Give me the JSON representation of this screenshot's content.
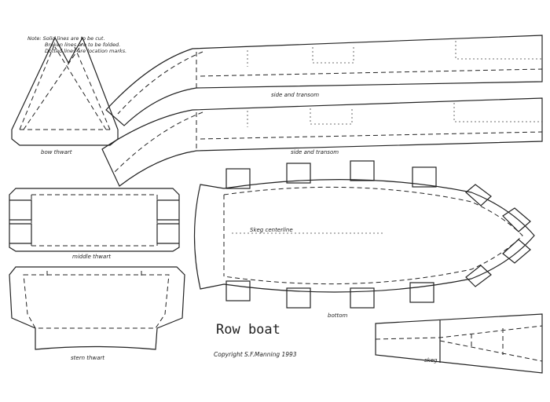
{
  "note": {
    "lines": [
      "Note: Solid lines are to be cut.",
      "Broken lines are to be folded.",
      "Dotted lines are location marks."
    ]
  },
  "labels": {
    "bow_thwart": "bow thwart",
    "side_transom_1": "side and transom",
    "side_transom_2": "side and transom",
    "middle_thwart": "middle thwart",
    "stern_thwart": "stern thwart",
    "skeg_centerline": "Skeg centerline",
    "bottom": "bottom",
    "skeg": "skeg"
  },
  "title": "Row boat",
  "copyright": "Copyright S.F.Manning 1993"
}
